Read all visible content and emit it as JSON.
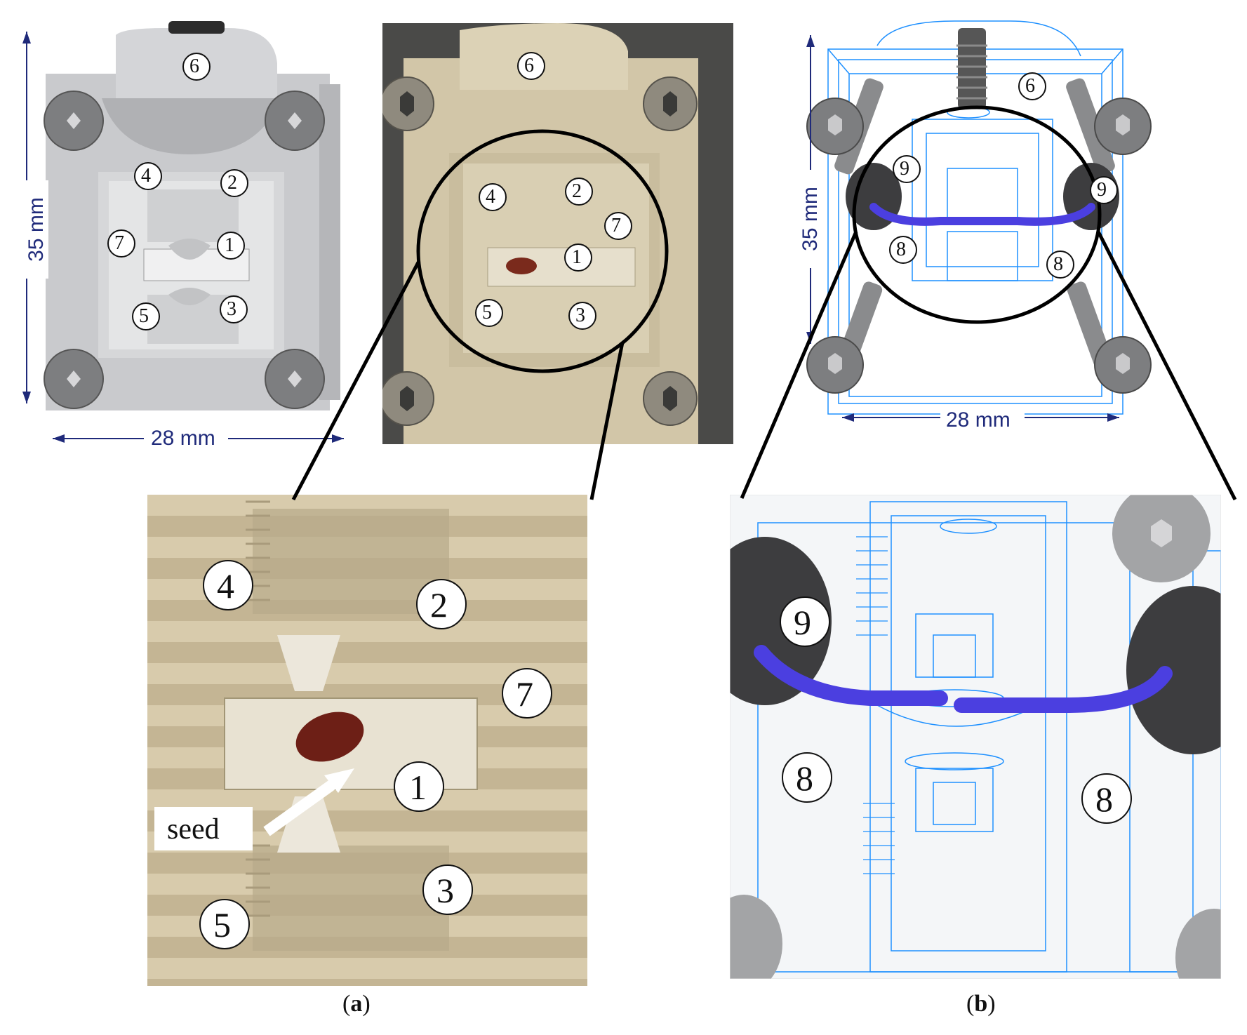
{
  "panel_a": {
    "caption_open": "(",
    "caption_letter": "a",
    "caption_close": ")",
    "dim_width": "28 mm",
    "dim_height": "35 mm",
    "seed_label": "seed",
    "component_numbers": [
      "1",
      "2",
      "3",
      "4",
      "5",
      "6",
      "7"
    ]
  },
  "panel_b": {
    "caption_open": "(",
    "caption_letter": "b",
    "caption_close": ")",
    "dim_width": "28 mm",
    "dim_height": "35 mm",
    "component_numbers": [
      "6",
      "8",
      "9"
    ]
  },
  "colors": {
    "dimension": "#1f2a7a",
    "wireframe": "#1e90ff",
    "tube": "#4b3fe0",
    "render_grey": "#c8c9cc",
    "photo_resin": "#d9cdb0"
  }
}
